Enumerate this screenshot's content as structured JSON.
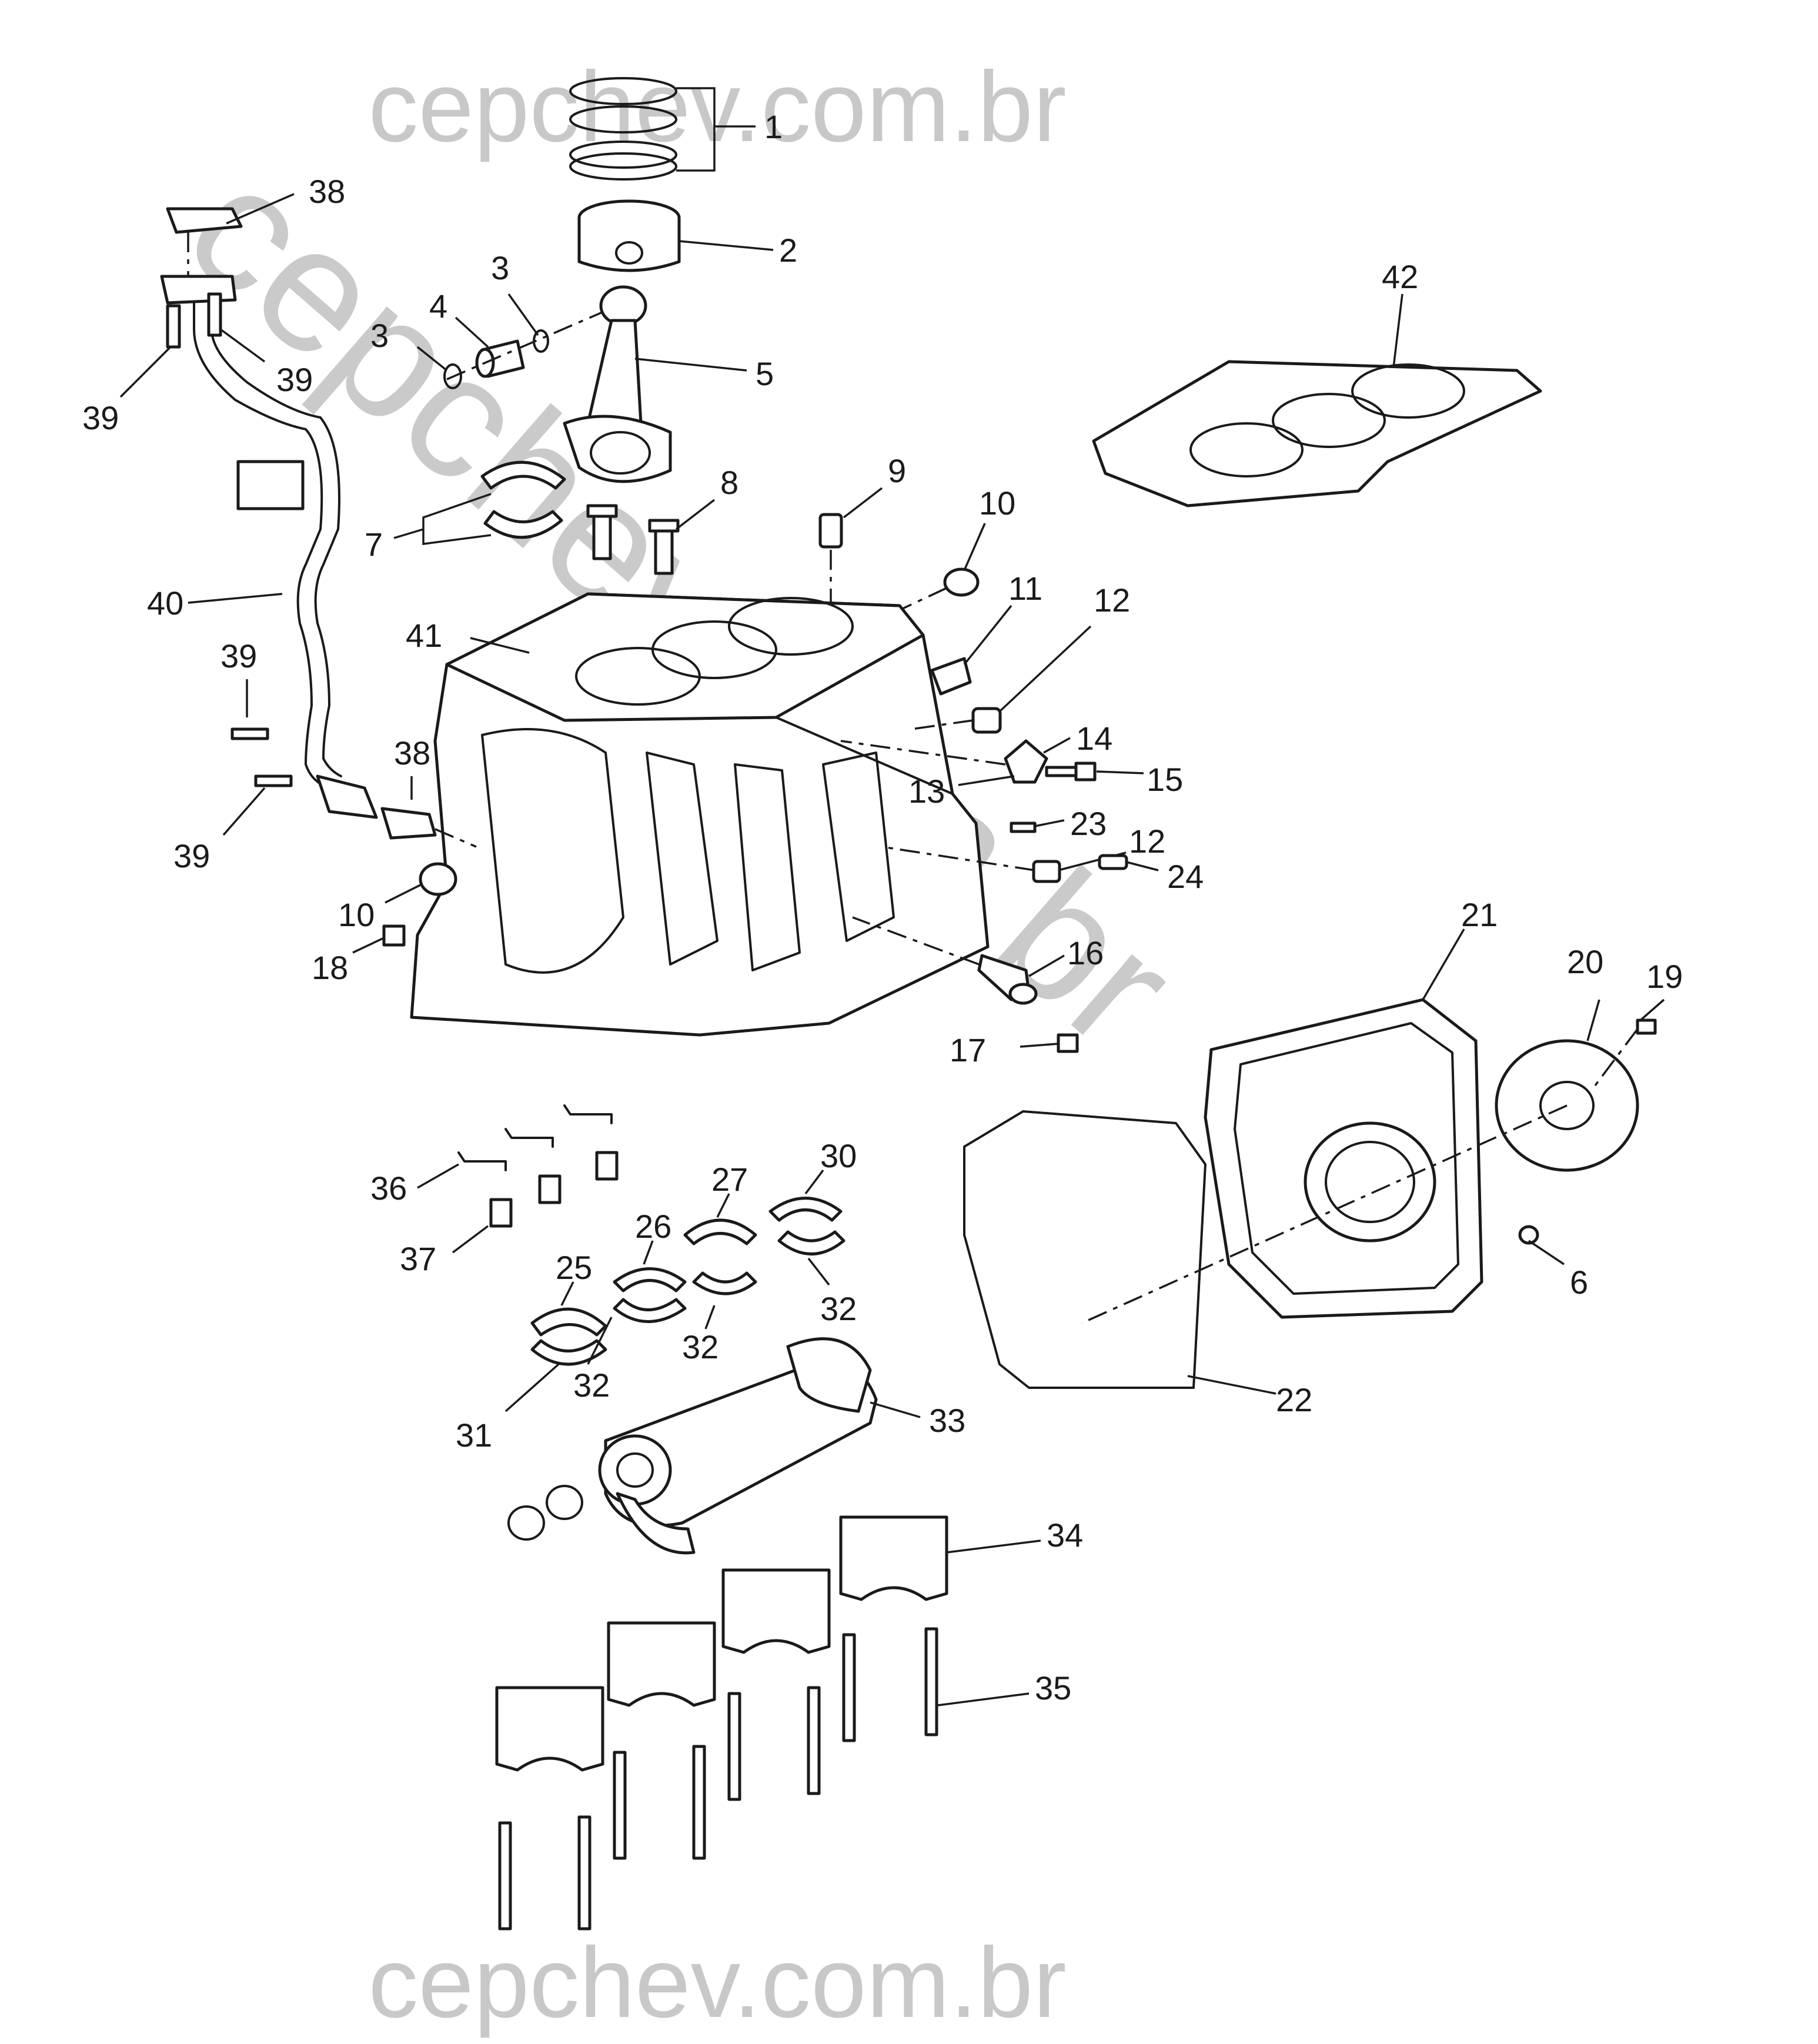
{
  "watermark": {
    "top": "cepchev.com.br",
    "bottom": "cepchev.com.br",
    "diagonal": "cepchev.com.br"
  },
  "colors": {
    "line": "#1a1a1a",
    "watermark": "#c8c8c8",
    "background": "#ffffff"
  },
  "callouts": {
    "c1": "1",
    "c2": "2",
    "c3a": "3",
    "c3b": "3",
    "c4": "4",
    "c5": "5",
    "c6": "6",
    "c7": "7",
    "c8": "8",
    "c9": "9",
    "c10a": "10",
    "c10b": "10",
    "c11": "11",
    "c12a": "12",
    "c12b": "12",
    "c13": "13",
    "c14": "14",
    "c15": "15",
    "c16": "16",
    "c17": "17",
    "c18": "18",
    "c19": "19",
    "c20": "20",
    "c21": "21",
    "c22": "22",
    "c23": "23",
    "c24": "24",
    "c25": "25",
    "c26": "26",
    "c27": "27",
    "c30": "30",
    "c31": "31",
    "c32a": "32",
    "c32b": "32",
    "c32c": "32",
    "c33": "33",
    "c34": "34",
    "c35": "35",
    "c36": "36",
    "c37": "37",
    "c38a": "38",
    "c38b": "38",
    "c39a": "39",
    "c39b": "39",
    "c39c": "39",
    "c39d": "39",
    "c40": "40",
    "c41": "41",
    "c42": "42"
  }
}
